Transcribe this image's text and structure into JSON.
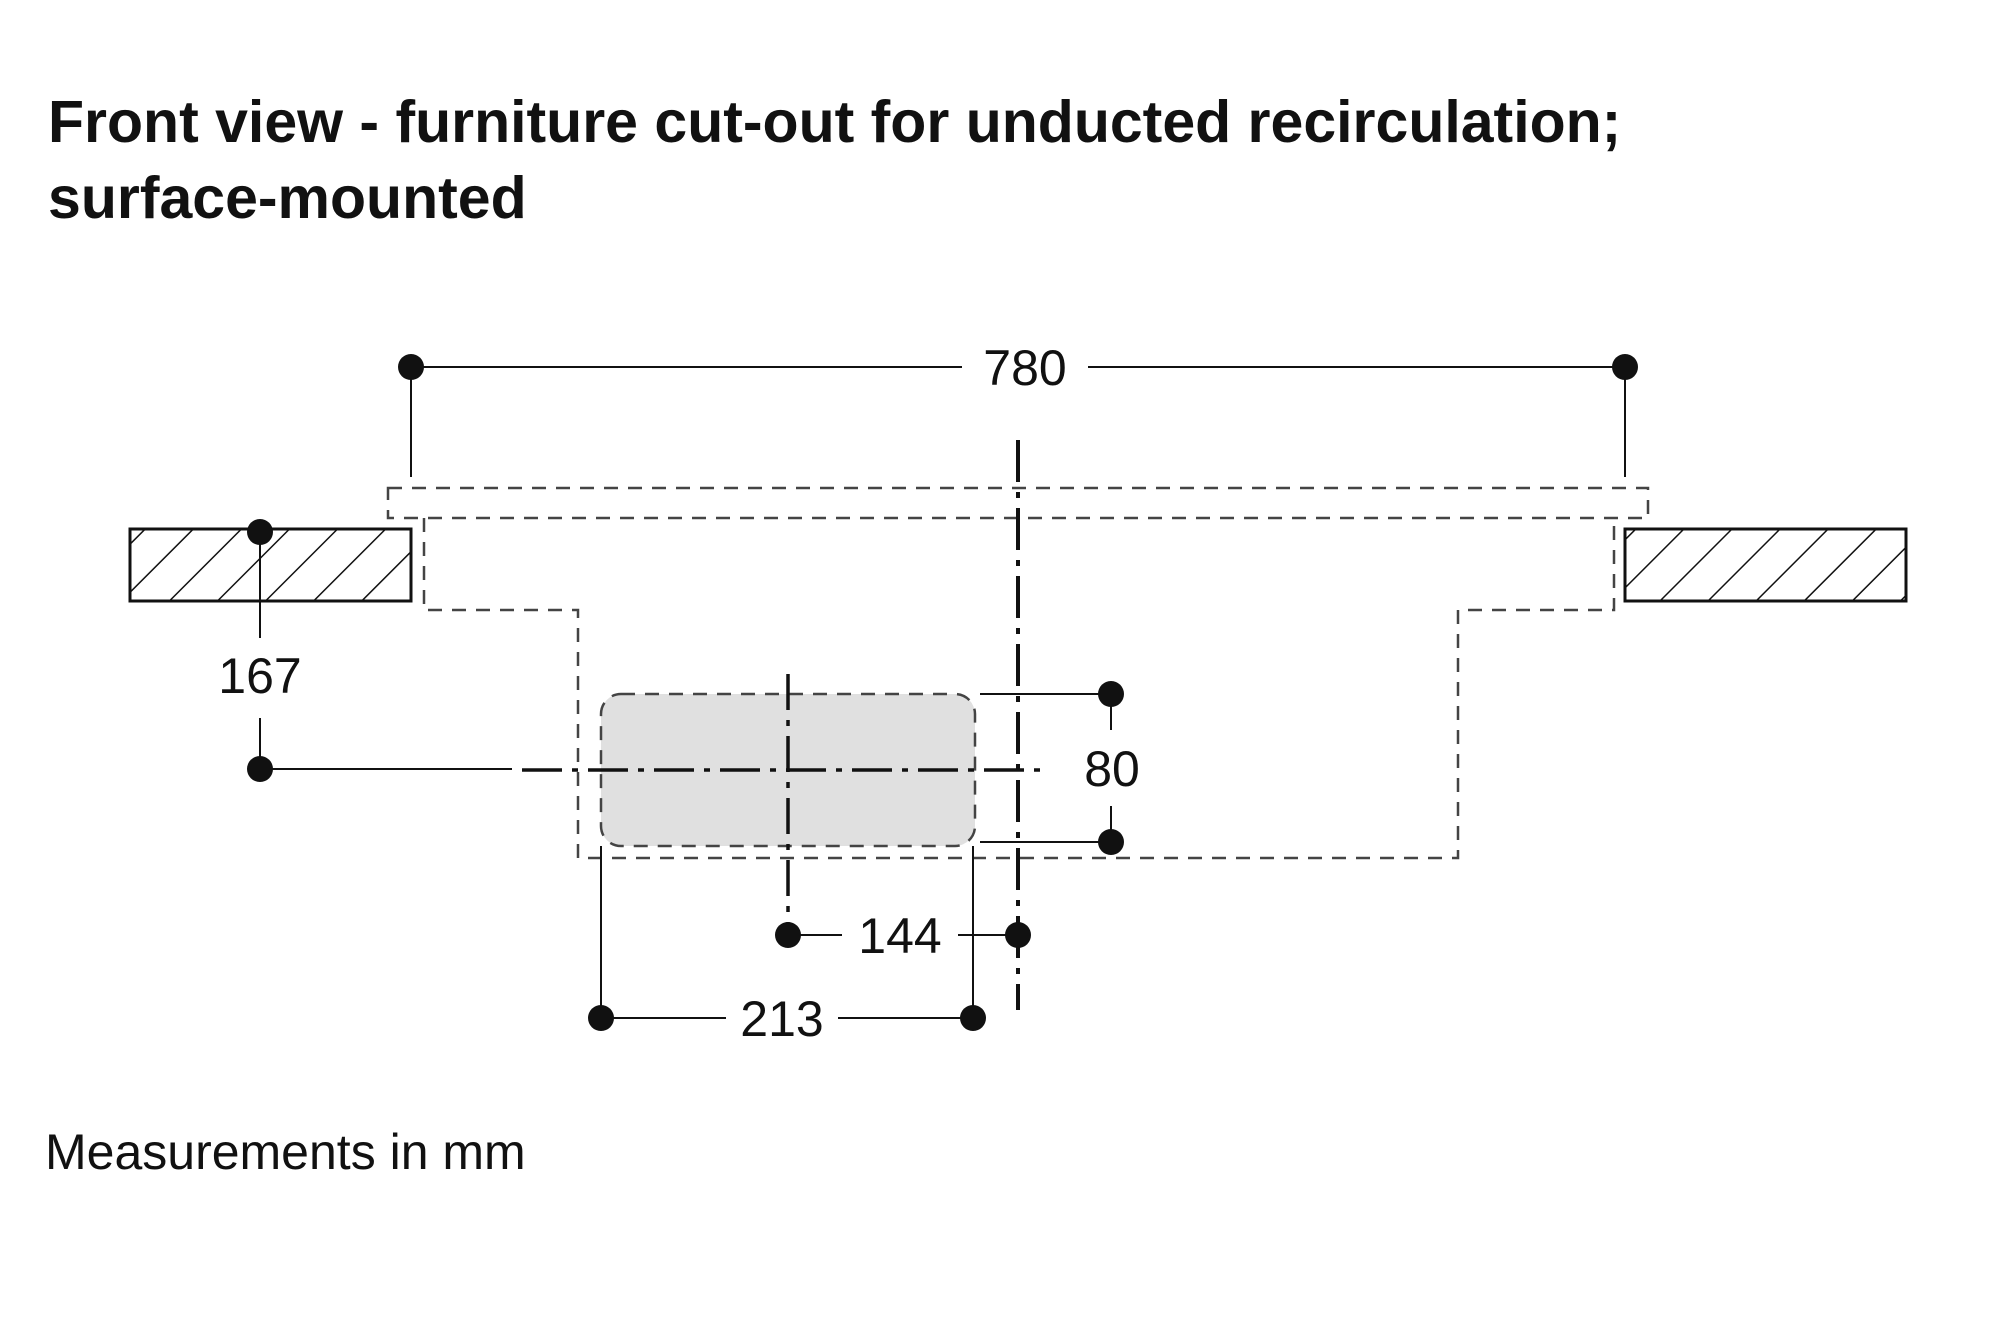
{
  "title": {
    "line1": "Front view - furniture cut-out for unducted recirculation;",
    "line2": "surface-mounted"
  },
  "dimensions": {
    "overall_width": "780",
    "depth": "167",
    "height": "80",
    "centre_offset": "144",
    "width": "213"
  },
  "footnote": "Measurements in mm",
  "colors": {
    "line": "#111111",
    "dashed": "#444444",
    "fill": "#e0e0e0"
  }
}
